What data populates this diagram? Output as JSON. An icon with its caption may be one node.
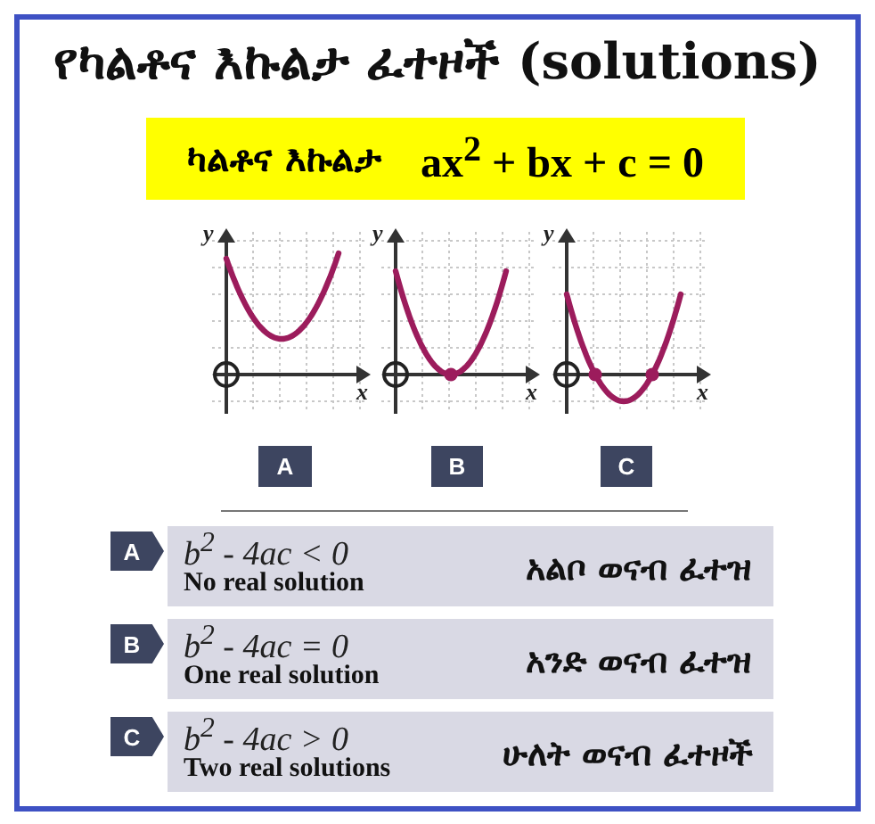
{
  "diagram": {
    "title": "የካልቶና እኩልታ ፈተዞች (solutions)",
    "nodes": [
      {
        "text": [
          "ካልቶና እኩልታ",
          "ax$^{2}$ + bx + c = 0"
        ]
      },
      {
        "text": [
          "A"
        ]
      },
      {
        "text": [
          "B"
        ]
      },
      {
        "text": [
          "C"
        ]
      },
      {
        "text": [
          "A"
        ]
      },
      {
        "text": [
          "b$^{2}$ - 4ac < 0",
          "No real solution",
          "አልቦ ወናብ ፈተዝ"
        ]
      },
      {
        "text": [
          "B"
        ]
      },
      {
        "text": [
          "b$^{2}$ - 4ac = 0",
          "One real solution",
          "አንድ ወናብ ፈተዝ"
        ]
      },
      {
        "text": [
          "C"
        ]
      },
      {
        "text": [
          "b$^{2}$ - 4ac > 0",
          "Two real solutions",
          "ሁለት ወናብ ፈተዞች"
        ]
      }
    ],
    "labels": [
      "y",
      "x",
      "y",
      "x",
      "y",
      "x"
    ]
  }
}
